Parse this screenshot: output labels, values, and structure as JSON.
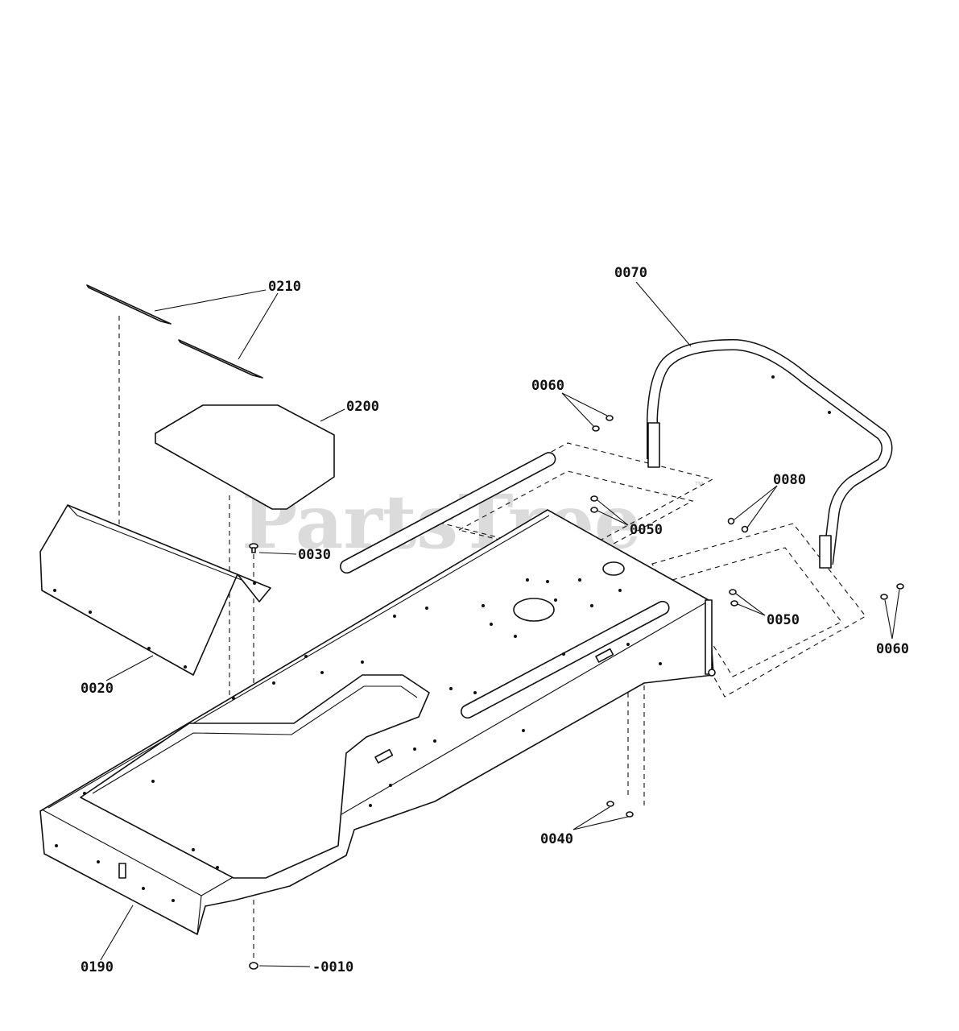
{
  "watermark": {
    "text": "PartsTree",
    "trademark": "™"
  },
  "callouts": {
    "c0210": "0210",
    "c0200": "0200",
    "c0030": "0030",
    "c0020": "0020",
    "c0190": "0190",
    "c0010": "-0010",
    "c0070": "0070",
    "c0060a": "0060",
    "c0080": "0080",
    "c0050a": "0050",
    "c0050b": "0050",
    "c0060b": "0060",
    "c0040": "0040"
  }
}
